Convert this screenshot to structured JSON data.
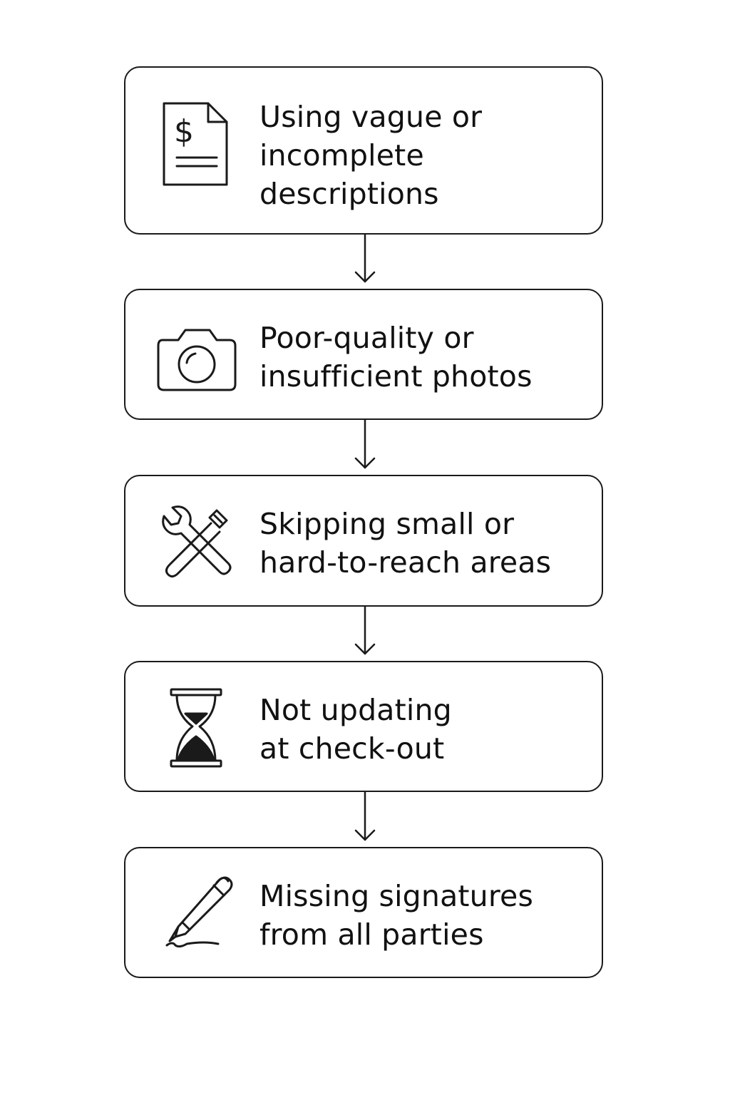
{
  "steps": [
    {
      "icon": "invoice-dollar-icon",
      "lines": [
        "Using vague or",
        "incomplete",
        "descriptions"
      ]
    },
    {
      "icon": "camera-icon",
      "lines": [
        "Poor-quality or",
        "insufficient photos"
      ]
    },
    {
      "icon": "wrench-screwdriver-icon",
      "lines": [
        "Skipping small or",
        "hard-to-reach areas"
      ]
    },
    {
      "icon": "hourglass-icon",
      "lines": [
        "Not updating",
        "at check-out"
      ]
    },
    {
      "icon": "pen-signature-icon",
      "lines": [
        "Missing signatures",
        "from all parties"
      ]
    }
  ],
  "colors": {
    "stroke": "#1a1a1a",
    "text": "#111111",
    "background": "#ffffff"
  }
}
